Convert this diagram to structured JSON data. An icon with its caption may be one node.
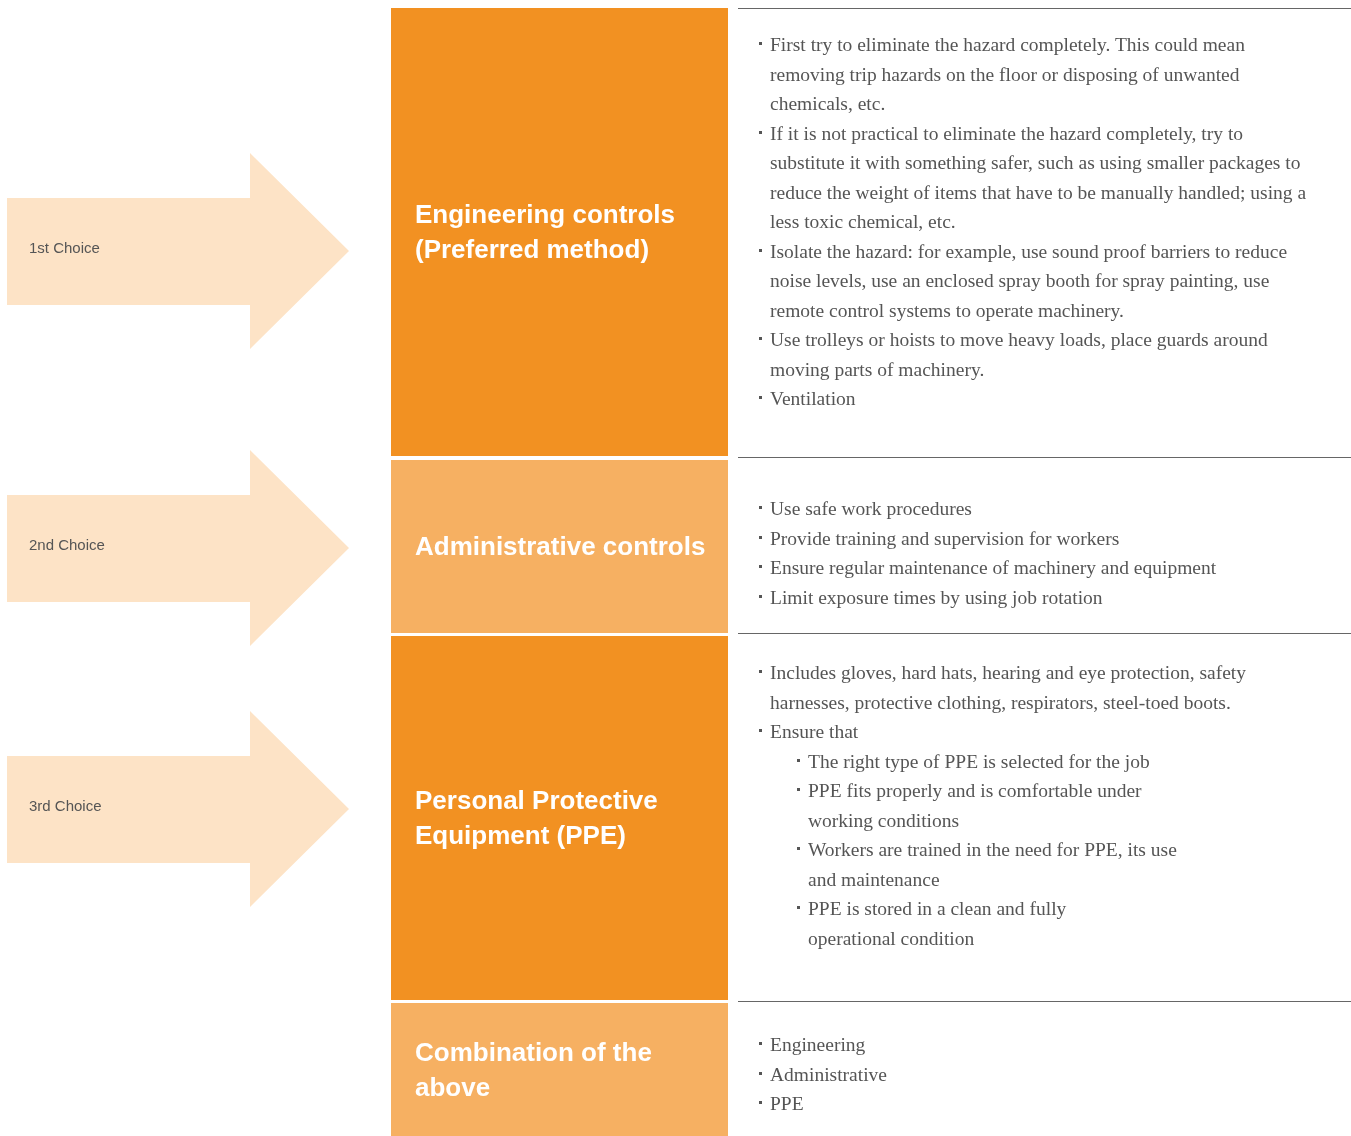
{
  "diagram": {
    "nodes": [
      {
        "text": [
          "1st Choice"
        ]
      },
      {
        "text": [
          "2nd Choice"
        ]
      },
      {
        "text": [
          "3rd Choice"
        ]
      },
      {
        "text": [
          "Engineering controls (Preferred method)"
        ]
      },
      {
        "text": [
          "Administrative controls"
        ]
      },
      {
        "text": [
          "Personal Protective Equipment (PPE)"
        ]
      },
      {
        "text": [
          "Combination of the above"
        ]
      }
    ],
    "labels": [
      "First try to eliminate the hazard completely. This could mean removing trip hazards on the floor or disposing of unwanted chemicals, etc.",
      "If it is not practical to eliminate the hazard completely, try to substitute it with something safer, such as using smaller packages to reduce the weight of items that have to be manually handled; using a less toxic chemical, etc.",
      "Isolate the hazard: for example, use sound proof barriers to reduce noise levels, use an enclosed spray booth for spray painting, use remote control systems to operate machinery.",
      "Use trolleys or hoists to move heavy loads, place guards around moving parts of machinery.",
      "Ventilation",
      "Use safe work procedures",
      "Provide training and supervision for workers",
      "Ensure regular maintenance of machinery and equipment",
      "Limit exposure times by using job rotation",
      "Includes gloves, hard hats, hearing and eye protection, safety harnesses, protective clothing, respirators, steel-toed boots.",
      "Ensure that",
      "The right type of PPE is selected for the job",
      "PPE fits properly and is comfortable under working conditions",
      "Workers are trained in the need for PPE, its use and maintenance",
      "PPE is stored in a clean and fully operational condition",
      "Engineering",
      "Administrative",
      "PPE"
    ]
  }
}
